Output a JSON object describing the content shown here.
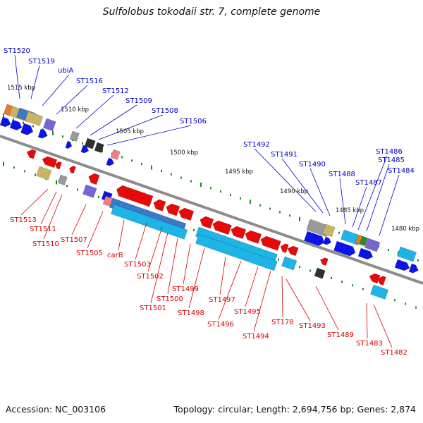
{
  "title": "Sulfolobus tokodaii str. 7, complete genome",
  "footer": {
    "accession": "Accession: NC_003106",
    "summary": "Topology: circular; Length: 2,694,756 bp; Genes: 2,874"
  },
  "colors": {
    "plus_strand": "#0a14e6",
    "minus_strand": "#e60a0a",
    "backbone": "#909090",
    "tick": "#1a8a1a",
    "label_top": "#0000c8",
    "label_bottom": "#d40000",
    "cds_cyan": "#1eb4e6",
    "cds_steel": "#3c78c8",
    "cds_khaki": "#c8b464",
    "cds_grey": "#9a9a9a",
    "cds_slate": "#7864d2",
    "cds_dark": "#303030"
  },
  "kbp_markers": [
    "1515 kbp",
    "1510 kbp",
    "1505 kbp",
    "1500 kbp",
    "1495 kbp",
    "1490 kbp",
    "1485 kbp",
    "1480 kbp"
  ],
  "top_labels": [
    "ST1520",
    "ST1519",
    "ubiA",
    "ST1516",
    "ST1512",
    "ST1509",
    "ST1508",
    "ST1506",
    "ST1492",
    "ST1491",
    "ST1490",
    "ST1488",
    "ST1487",
    "ST1486",
    "ST1485",
    "ST1484"
  ],
  "bottom_labels": [
    "ST1513",
    "ST1511",
    "ST1510",
    "ST1507",
    "ST1505",
    "carB",
    "ST1503",
    "ST1502",
    "ST1501",
    "ST1500",
    "ST1499",
    "ST1498",
    "ST1497",
    "ST1496",
    "ST1495",
    "ST1494",
    "ST178",
    "ST1493",
    "ST1489",
    "ST1483",
    "ST1482"
  ]
}
